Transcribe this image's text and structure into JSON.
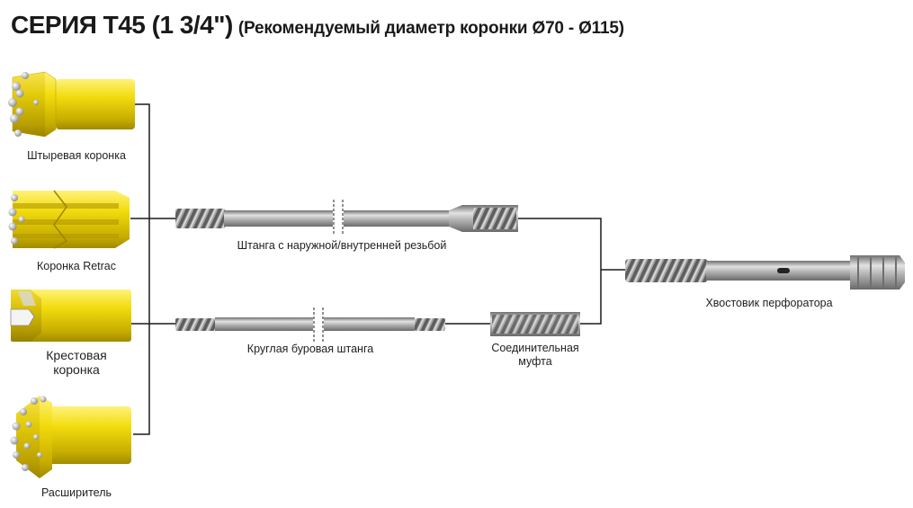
{
  "title": {
    "main": "СЕРИЯ T45 (1 3/4\")",
    "sub": "(Рекомендуемый диаметр коронки Ø70 - Ø115)"
  },
  "bits": [
    {
      "id": "button",
      "label": "Штыревая коронка"
    },
    {
      "id": "retrac",
      "label": "Коронка Retrac"
    },
    {
      "id": "cross",
      "label_line1": "Крестовая",
      "label_line2": "коронка"
    },
    {
      "id": "reamer",
      "label": "Расширитель"
    }
  ],
  "rods": {
    "mf_rod": "Штанга с наружной/внутренней резьбой",
    "round_rod": "Круглая буровая штанга",
    "coupling_line1": "Соединительная",
    "coupling_line2": "муфта",
    "shank": "Хвостовик перфоратора"
  },
  "colors": {
    "bit_yellow": "#f2dc0e",
    "steel": "#9c9c9c",
    "line": "#1a1a1a"
  }
}
